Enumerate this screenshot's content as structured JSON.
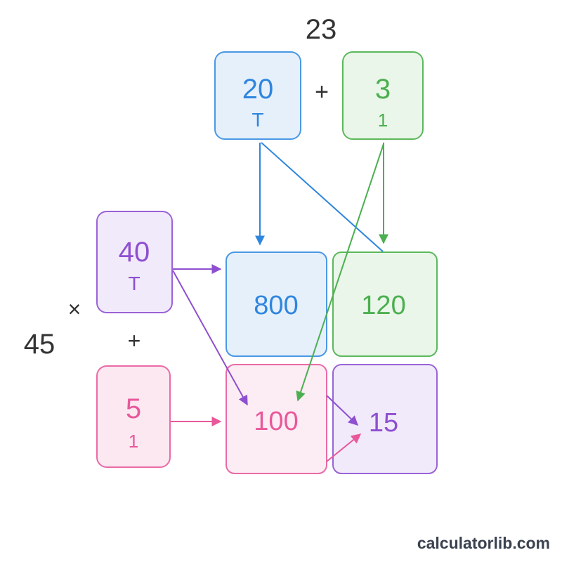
{
  "multiplicand": {
    "total": "23",
    "plus": "+",
    "tens": {
      "value": "20",
      "place": "T"
    },
    "ones": {
      "value": "3",
      "place": "1"
    }
  },
  "multiplier": {
    "total": "45",
    "times": "×",
    "plus": "+",
    "tens": {
      "value": "40",
      "place": "T"
    },
    "ones": {
      "value": "5",
      "place": "1"
    }
  },
  "partial_products": {
    "tens_tens": "800",
    "tens_ones": "120",
    "ones_tens": "100",
    "ones_ones": "15"
  },
  "footer": {
    "brand": "calculatorlib.com"
  },
  "colors": {
    "blue": "#2f86de",
    "green": "#4caf50",
    "purple": "#8e4fd0",
    "pink": "#e8589a",
    "text_dark": "#333333"
  }
}
